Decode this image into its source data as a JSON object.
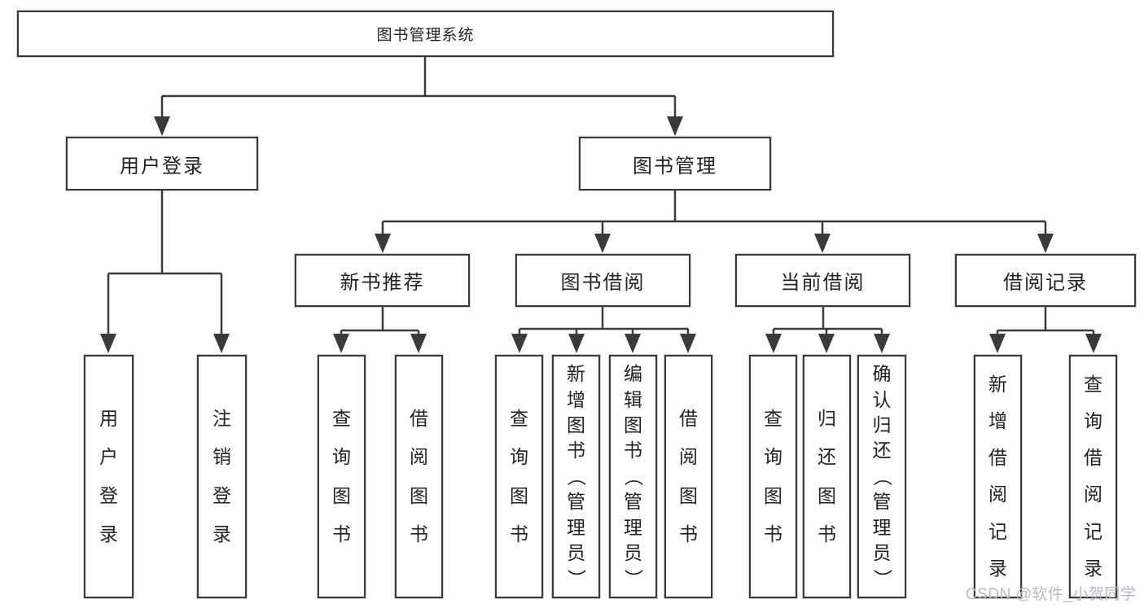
{
  "diagram": {
    "nodes": {
      "root": "图书管理系统",
      "user_login": "用户登录",
      "book_mgmt": "图书管理",
      "new_book_rec": "新书推荐",
      "book_borrow": "图书借阅",
      "current_borrow": "当前借阅",
      "borrow_records": "借阅记录",
      "leaf_user_login": "用户登录",
      "leaf_logout": "注销登录",
      "leaf_query_book_1": "查询图书",
      "leaf_borrow_book_1": "借阅图书",
      "leaf_query_book_2": "查询图书",
      "leaf_add_book": "新增图书（管理员）",
      "leaf_edit_book": "编辑图书（管理员）",
      "leaf_borrow_book_2": "借阅图书",
      "leaf_query_book_3": "查询图书",
      "leaf_return_book": "归还图书",
      "leaf_confirm_return": "确认归还（管理员）",
      "leaf_add_record": "新增借阅记录",
      "leaf_query_record": "查询借阅记录"
    },
    "tree": {
      "root": [
        "user_login",
        "book_mgmt"
      ],
      "user_login": [
        "leaf_user_login",
        "leaf_logout"
      ],
      "book_mgmt": [
        "new_book_rec",
        "book_borrow",
        "current_borrow",
        "borrow_records"
      ],
      "new_book_rec": [
        "leaf_query_book_1",
        "leaf_borrow_book_1"
      ],
      "book_borrow": [
        "leaf_query_book_2",
        "leaf_add_book",
        "leaf_edit_book",
        "leaf_borrow_book_2"
      ],
      "current_borrow": [
        "leaf_query_book_3",
        "leaf_return_book",
        "leaf_confirm_return"
      ],
      "borrow_records": [
        "leaf_add_record",
        "leaf_query_record"
      ]
    },
    "colors": {
      "line": "#3a3a3a",
      "box_border": "#3a3a3a",
      "text": "#222222",
      "watermark": "#b7bac0",
      "background": "#ffffff"
    },
    "watermark": "CSDN @软件_小贺同学"
  }
}
